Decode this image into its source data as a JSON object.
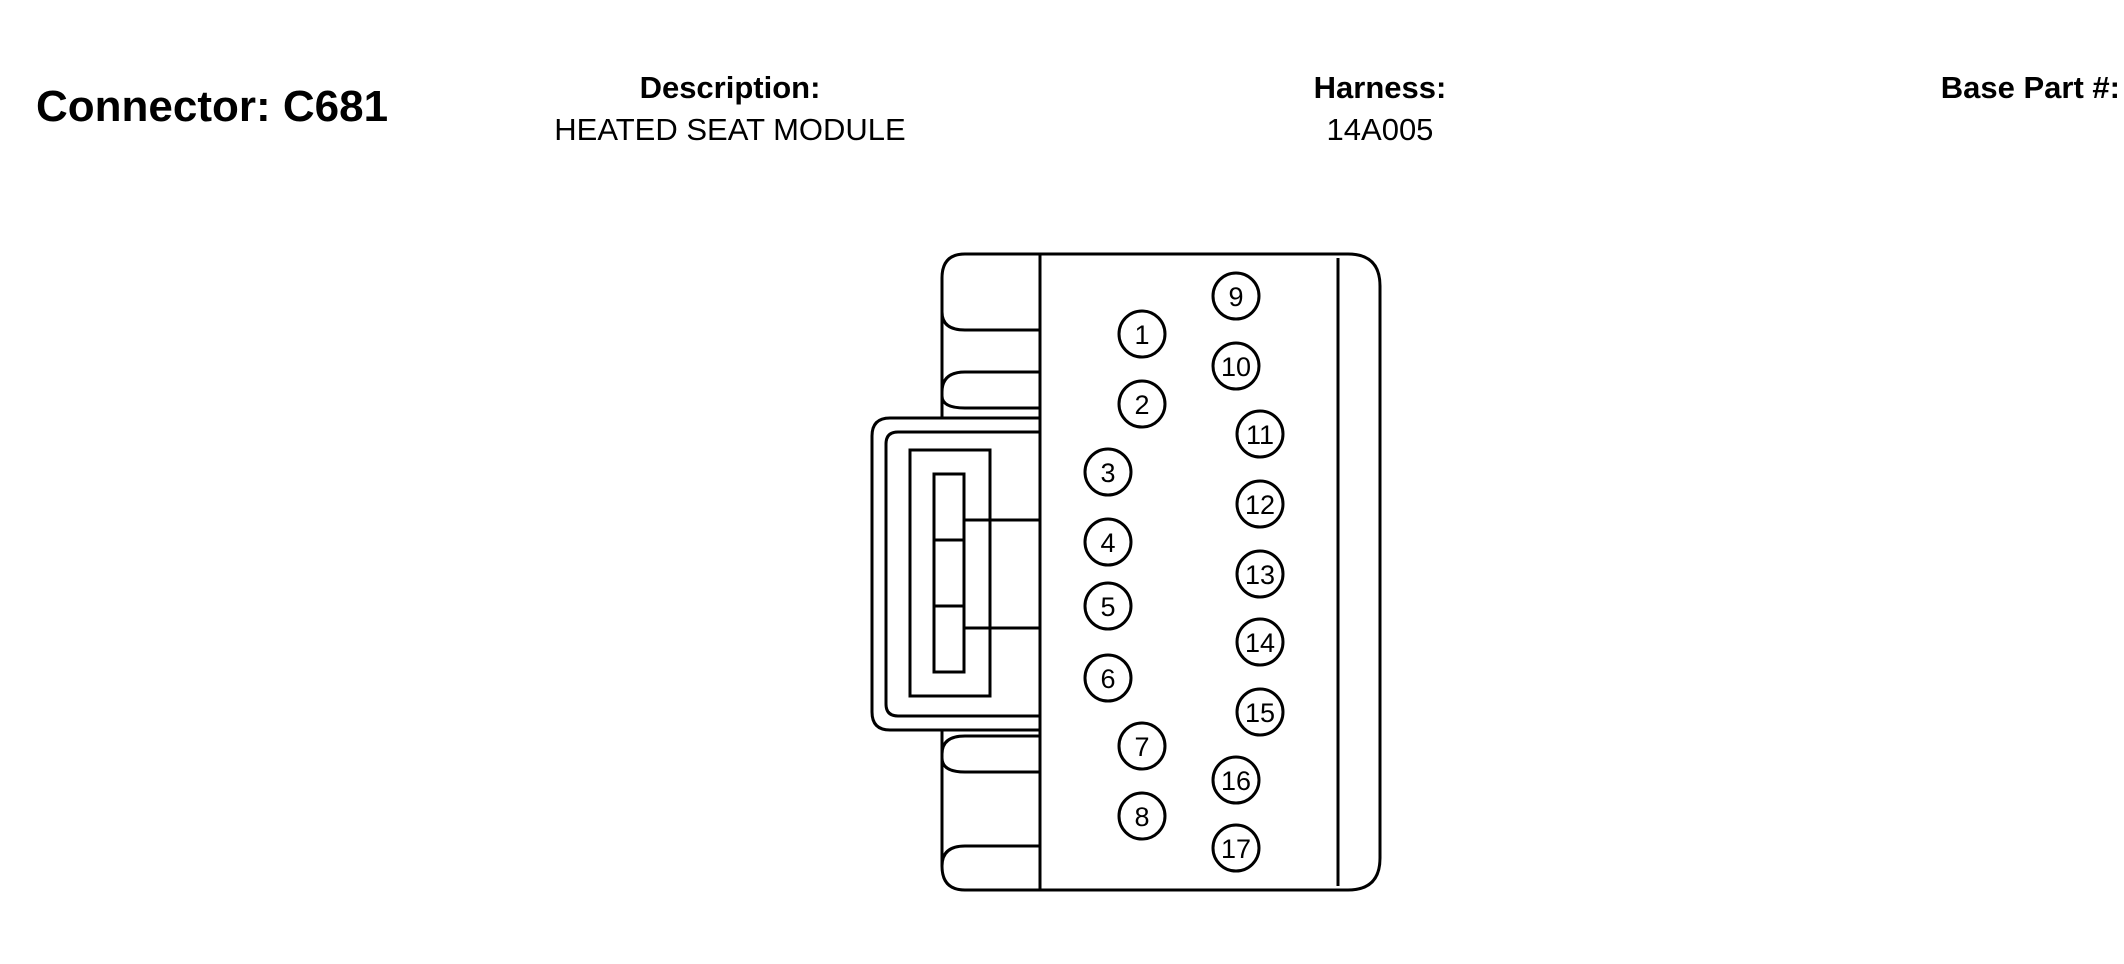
{
  "header": {
    "connector_title": "Connector: C681",
    "description_label": "Description:",
    "description_value": "HEATED SEAT MODULE",
    "harness_label": "Harness:",
    "harness_value": "14A005",
    "base_part_label": "Base Part #:"
  },
  "pins": [
    "1",
    "2",
    "3",
    "4",
    "5",
    "6",
    "7",
    "8",
    "9",
    "10",
    "11",
    "12",
    "13",
    "14",
    "15",
    "16",
    "17"
  ]
}
